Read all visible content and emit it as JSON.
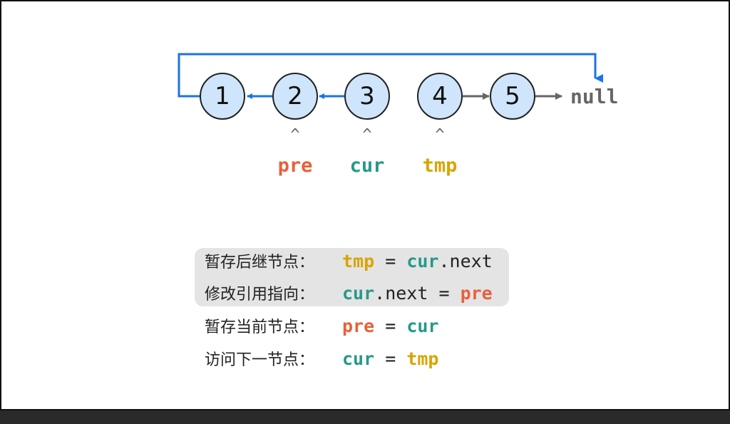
{
  "colors": {
    "blue": "#1a73e8",
    "pre": "#e8603c",
    "cur": "#27998a",
    "tmp": "#d9a400",
    "gray": "#666666",
    "node_fill": "#cfe5fb"
  },
  "nodes": [
    "1",
    "2",
    "3",
    "4",
    "5"
  ],
  "null_label": "null",
  "caret": "^",
  "pointers": {
    "pre": "pre",
    "cur": "cur",
    "tmp": "tmp"
  },
  "steps": [
    {
      "label": "暂存后继节点：",
      "tokens": [
        {
          "t": "tmp",
          "c": "tmp"
        },
        {
          "t": " = "
        },
        {
          "t": "cur",
          "c": "cur"
        },
        {
          "t": ".next"
        }
      ]
    },
    {
      "label": "修改引用指向：",
      "tokens": [
        {
          "t": "cur",
          "c": "cur"
        },
        {
          "t": ".next = "
        },
        {
          "t": "pre",
          "c": "pre"
        }
      ]
    },
    {
      "label": "暂存当前节点：",
      "tokens": [
        {
          "t": "pre",
          "c": "pre"
        },
        {
          "t": " = "
        },
        {
          "t": "cur",
          "c": "cur"
        }
      ]
    },
    {
      "label": "访问下一节点：",
      "tokens": [
        {
          "t": "cur",
          "c": "cur"
        },
        {
          "t": " = "
        },
        {
          "t": "tmp",
          "c": "tmp"
        }
      ]
    }
  ]
}
